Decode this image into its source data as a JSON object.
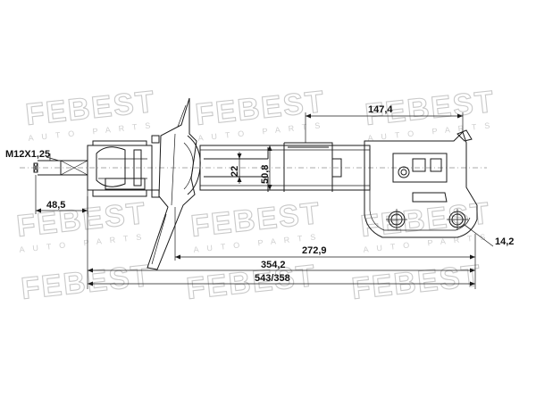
{
  "watermark": {
    "brand": "FEBEST",
    "tagline": "AUTO PARTS"
  },
  "dimensions": {
    "thread": "M12X1,25",
    "thread_length": "48,5",
    "rod_diameter": "22",
    "body_diameter": "50,8",
    "top_to_bracket": "147,4",
    "bracket_hole": "14,2",
    "seat_to_bottom": "272,9",
    "mid_length": "354,2",
    "overall_length": "543/358"
  },
  "colors": {
    "line": "#1a1a1a",
    "watermark": "#c9c9c9"
  }
}
